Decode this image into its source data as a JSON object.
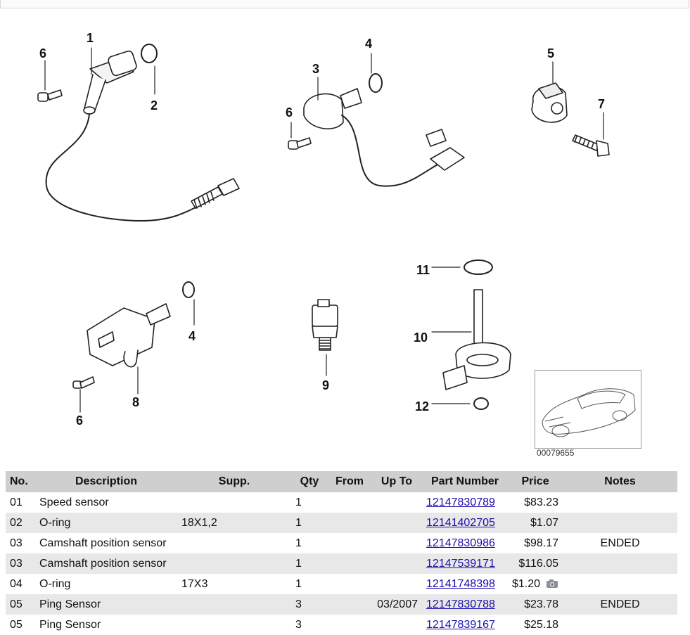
{
  "diagram": {
    "callouts": [
      "1",
      "2",
      "3",
      "4",
      "5",
      "6",
      "7",
      "8",
      "9",
      "10",
      "11",
      "12"
    ],
    "image_code": "00079655"
  },
  "table": {
    "headers": [
      "No.",
      "Description",
      "Supp.",
      "Qty",
      "From",
      "Up To",
      "Part Number",
      "Price",
      "Notes"
    ],
    "rows": [
      {
        "no": "01",
        "desc": "Speed sensor",
        "supp": "",
        "qty": "1",
        "from": "",
        "upto": "",
        "part": "12147830789",
        "price": "$83.23",
        "notes": "",
        "photo": false
      },
      {
        "no": "02",
        "desc": "O-ring",
        "supp": "18X1,2",
        "qty": "1",
        "from": "",
        "upto": "",
        "part": "12141402705",
        "price": "$1.07",
        "notes": "",
        "photo": false
      },
      {
        "no": "03",
        "desc": "Camshaft position sensor",
        "supp": "",
        "qty": "1",
        "from": "",
        "upto": "",
        "part": "12147830986",
        "price": "$98.17",
        "notes": "ENDED",
        "photo": false
      },
      {
        "no": "03",
        "desc": "Camshaft position sensor",
        "supp": "",
        "qty": "1",
        "from": "",
        "upto": "",
        "part": "12147539171",
        "price": "$116.05",
        "notes": "",
        "photo": false
      },
      {
        "no": "04",
        "desc": "O-ring",
        "supp": "17X3",
        "qty": "1",
        "from": "",
        "upto": "",
        "part": "12141748398",
        "price": "$1.20",
        "notes": "",
        "photo": true
      },
      {
        "no": "05",
        "desc": "Ping Sensor",
        "supp": "",
        "qty": "3",
        "from": "",
        "upto": "03/2007",
        "part": "12147830788",
        "price": "$23.78",
        "notes": "ENDED",
        "photo": false
      },
      {
        "no": "05",
        "desc": "Ping Sensor",
        "supp": "",
        "qty": "3",
        "from": "",
        "upto": "",
        "part": "12147839167",
        "price": "$25.18",
        "notes": "",
        "photo": false
      }
    ]
  },
  "icons": {
    "photo": "camera-icon"
  },
  "colors": {
    "header_bg": "#cfcfcf",
    "row_alt_bg": "#e8e8e8",
    "link": "#1a0dab"
  }
}
